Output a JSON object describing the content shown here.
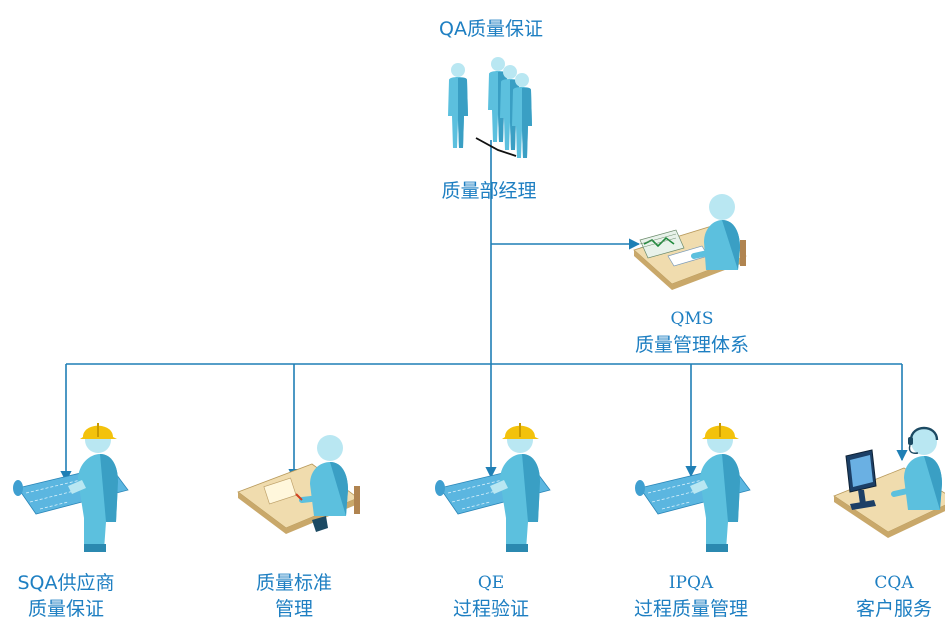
{
  "top": {
    "title": "QA质量保证",
    "manager": "质量部经理"
  },
  "qms": {
    "code": "QMS",
    "name": "质量管理体系"
  },
  "roles": [
    {
      "line1": "SQA供应商",
      "line2": "质量保证"
    },
    {
      "line1": "质量标准",
      "line2": "管理"
    },
    {
      "line1": "QE",
      "line2": "过程验证"
    },
    {
      "line1": "IPQA",
      "line2": "过程质量管理"
    },
    {
      "line1": "CQA",
      "line2": "客户服务"
    }
  ],
  "colors": {
    "text": "#1e7fc2",
    "connector": "#1f7fb5",
    "worker_suit": "#5cc0de",
    "hardhat": "#f3c20c",
    "desk": "#f0dcae"
  },
  "icons": [
    "group-icon",
    "analyst-desk-icon",
    "engineer-blueprint-icon",
    "writer-desk-icon",
    "call-center-icon"
  ]
}
